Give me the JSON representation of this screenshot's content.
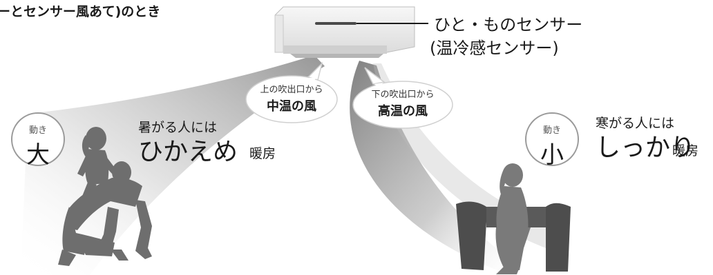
{
  "title": "ーとセンサー風あて)のとき",
  "sensor": {
    "line1": "ひと・ものセンサー",
    "line2": "(温冷感センサー)"
  },
  "bubbles": [
    {
      "small": "上の吹出口から",
      "big": "中温の風"
    },
    {
      "small": "下の吹出口から",
      "big": "高温の風"
    }
  ],
  "left": {
    "motion_label": "動き",
    "motion_value": "大",
    "lead": "暑がる人には",
    "main": "ひかえめ",
    "sub": "暖房"
  },
  "right": {
    "motion_label": "動き",
    "motion_value": "小",
    "lead": "寒がる人には",
    "main": "しっかり",
    "sub": "暖房"
  },
  "colors": {
    "airflow": "#9a9a9a",
    "people": "#6e6e6e",
    "text": "#1a1a1a",
    "circle_border": "#9a9a9a"
  }
}
